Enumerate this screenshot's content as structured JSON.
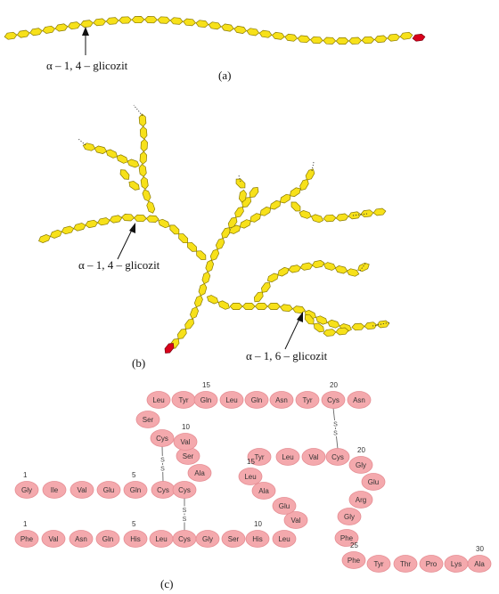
{
  "panels": {
    "a": {
      "label": "(a)",
      "annotation": "α – 1, 4 – glicozit"
    },
    "b": {
      "label": "(b)",
      "annotation_14": "α – 1, 4 – glicozit",
      "annotation_16": "α – 1, 6 – glicozit"
    },
    "c": {
      "label": "(c)",
      "chain_a": {
        "residues": [
          "Gly",
          "Ile",
          "Val",
          "Glu",
          "Gln",
          "Cys",
          "Cys",
          "Ala",
          "Ser",
          "Val",
          "Cys",
          "Ser",
          "Leu",
          "Tyr",
          "Gln",
          "Leu",
          "Gln",
          "Asn",
          "Tyr",
          "Cys",
          "Asn"
        ],
        "numbers": [
          {
            "label": "1",
            "at": 0
          },
          {
            "label": "5",
            "at": 4
          },
          {
            "label": "10",
            "at": 9
          },
          {
            "label": "15",
            "at": 14
          },
          {
            "label": "20",
            "at": 19
          }
        ]
      },
      "chain_b": {
        "residues": [
          "Phe",
          "Val",
          "Asn",
          "Gln",
          "His",
          "Leu",
          "Cys",
          "Gly",
          "Ser",
          "His",
          "Leu",
          "Val",
          "Glu",
          "Ala",
          "Leu",
          "Tyr",
          "Leu",
          "Val",
          "Cys",
          "Gly",
          "Glu",
          "Arg",
          "Gly",
          "Phe",
          "Phe",
          "Tyr",
          "Thr",
          "Pro",
          "Lys",
          "Ala"
        ],
        "numbers": [
          {
            "label": "1",
            "at": 0
          },
          {
            "label": "5",
            "at": 4
          },
          {
            "label": "10",
            "at": 9
          },
          {
            "label": "15",
            "at": 14
          },
          {
            "label": "20",
            "at": 19
          },
          {
            "label": "25",
            "at": 24
          },
          {
            "label": "30",
            "at": 29
          }
        ]
      },
      "disulfide_label": "S"
    }
  },
  "colors": {
    "glucose_fill": "#f7e11a",
    "glucose_stroke": "#8a7a00",
    "reducing_end": "#d9001b",
    "residue_fill": "#f4a9ad",
    "residue_stroke": "#e58d93"
  }
}
